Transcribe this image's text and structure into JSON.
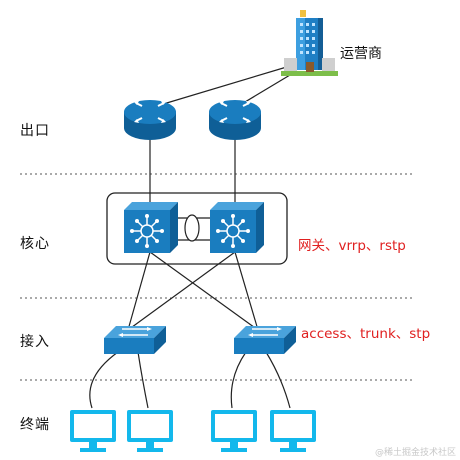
{
  "layers": {
    "exit": "出口",
    "core": "核心",
    "access": "接入",
    "terminal": "终端"
  },
  "isp_label": "运营商",
  "core_protocols": "网关、vrrp、rstp",
  "access_protocols": "access、trunk、stp",
  "watermark": "@稀土掘金技术社区",
  "colors": {
    "device_blue": "#1a7dbf",
    "device_dark": "#0f5f97",
    "monitor_cyan": "#13b8ec",
    "note_red": "#e02020",
    "divider": "#555555"
  }
}
